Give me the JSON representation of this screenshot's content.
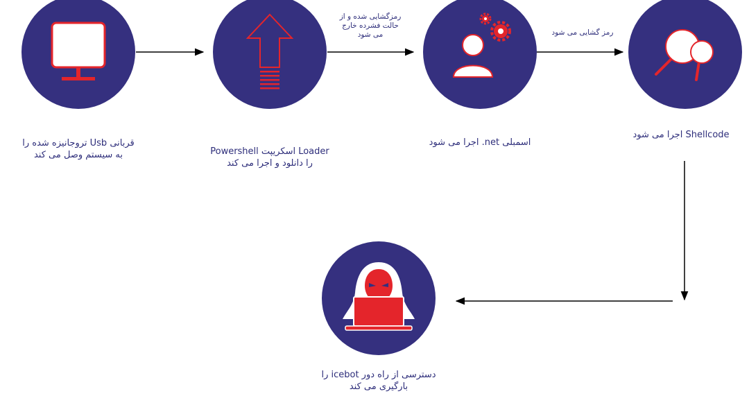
{
  "colors": {
    "circle_fill": "#35307f",
    "icon_stroke": "#e4252b",
    "icon_white": "#ffffff",
    "icon_red": "#e4252b",
    "arrow": "#000000",
    "text": "#2d2d7a"
  },
  "nodes": [
    {
      "id": "usb-victim",
      "icon": "monitor-icon",
      "caption_lines": [
        "قربانی  Usb تروجانیزه شده را",
        "به سیستم وصل می کند"
      ]
    },
    {
      "id": "powershell-loader",
      "icon": "upload-arrow-icon",
      "caption_lines": [
        "Loader اسکریپت  Powershell",
        "را دانلود و اجرا می کند"
      ]
    },
    {
      "id": "net-assembly",
      "icon": "user-gears-icon",
      "caption_lines": [
        "اسمبلی  net. اجرا می شود"
      ]
    },
    {
      "id": "shellcode",
      "icon": "magnifier-icon",
      "caption_lines": [
        "Shellcode اجرا می شود"
      ]
    },
    {
      "id": "icebot",
      "icon": "hacker-icon",
      "caption_lines": [
        "دسترسی از راه دور  icebot  را",
        "بارگیری می کند"
      ]
    }
  ],
  "edges": [
    {
      "from": "usb-victim",
      "to": "powershell-loader",
      "label_lines": []
    },
    {
      "from": "powershell-loader",
      "to": "net-assembly",
      "label_lines": [
        "رمزگشایی شده و از",
        "حالت فشرده خارج",
        "می شود"
      ]
    },
    {
      "from": "net-assembly",
      "to": "shellcode",
      "label_lines": [
        "رمز گشایی می شود"
      ]
    },
    {
      "from": "shellcode",
      "to": "icebot",
      "label_lines": []
    }
  ]
}
